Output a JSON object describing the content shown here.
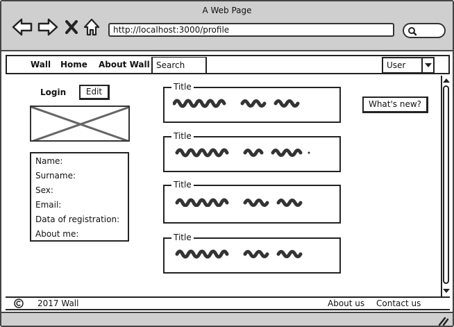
{
  "window": {
    "title": "A Web Page"
  },
  "toolbar": {
    "back_icon": "arrow-left-icon",
    "forward_icon": "arrow-right-icon",
    "stop_icon": "close-icon",
    "home_icon": "home-icon",
    "url": "http://localhost:3000/profile",
    "search_icon": "search-icon"
  },
  "menu": {
    "items": [
      {
        "label": "Wall"
      },
      {
        "label": "Home"
      },
      {
        "label": "About Wall"
      }
    ],
    "search_placeholder": "Search",
    "user_select": {
      "selected": "User"
    }
  },
  "profile": {
    "login_label": "Login",
    "edit_label": "Edit",
    "fields": [
      "Name:",
      "Surname:",
      "Sex:",
      "Email:",
      "Data of registration:",
      "About me:"
    ]
  },
  "posts": [
    {
      "title": "Title"
    },
    {
      "title": "Title"
    },
    {
      "title": "Title"
    },
    {
      "title": "Title"
    }
  ],
  "sidebar": {
    "whats_new_label": "What's new?"
  },
  "footer": {
    "copyright_icon": "copyright-icon",
    "year_text": "2017 Wall",
    "about_link": "About us",
    "contact_link": "Contact us"
  }
}
